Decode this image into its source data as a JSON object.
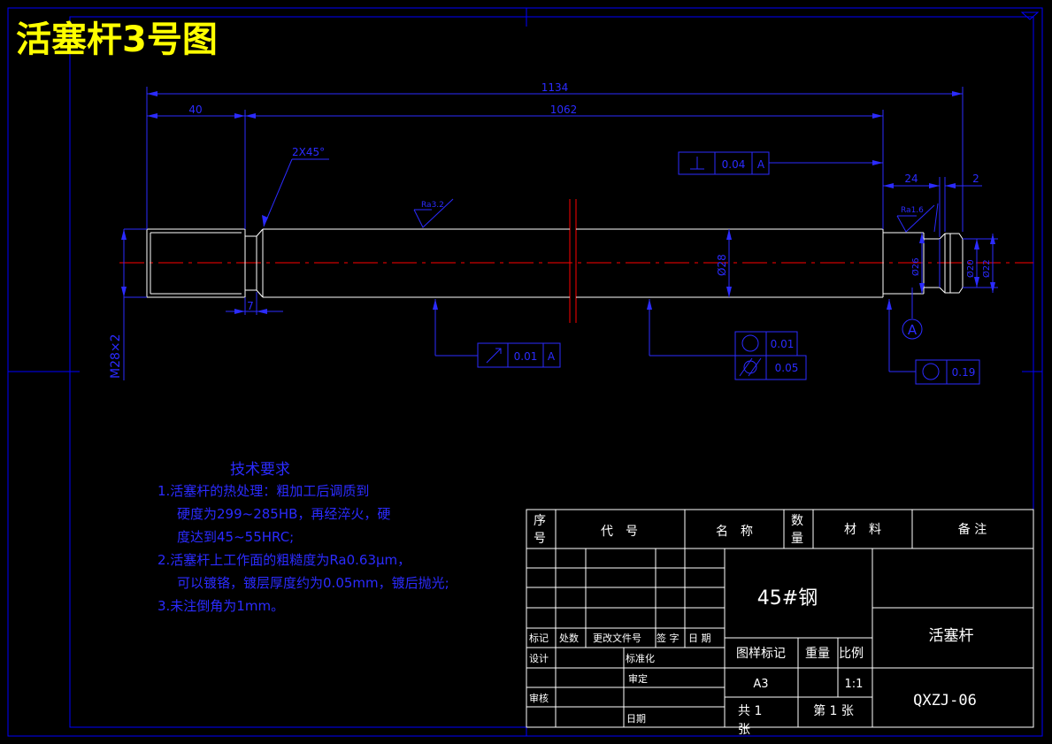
{
  "title": "活塞杆3号图",
  "dimensions": {
    "overall": "1134",
    "thread_len": "40",
    "body_len": "1062",
    "right_shoulder": "24",
    "right_end": "2",
    "chamfer": "2X45°",
    "groove": "7",
    "dia_main": "Ø28",
    "dia_groove": "Ø26",
    "dia_small": "Ø20",
    "dia_end": "Ø22",
    "thread": "M28×2"
  },
  "roughness": {
    "main": "Ra3.2",
    "right": "Ra1.6"
  },
  "tolerances": {
    "perp": {
      "value": "0.04",
      "datum": "A"
    },
    "runout": {
      "value": "0.01",
      "datum": "A"
    },
    "round": {
      "value": "0.01"
    },
    "cyl": {
      "value": "0.05"
    },
    "round2": {
      "value": "0.19"
    }
  },
  "datum_label": "A",
  "tech": {
    "heading": "技术要求",
    "lines": [
      "1.活塞杆的热处理：粗加工后调质到",
      "硬度为299~285HB，再经淬火，硬",
      "度达到45~55HRC;",
      "2.活塞杆上工作面的粗糙度为Ra0.63μm，",
      "可以镀铬，镀层厚度约为0.05mm，镀后抛光;",
      "3.未注倒角为1mm。"
    ]
  },
  "titleblock": {
    "h_seq": "序号",
    "h_code": "代　号",
    "h_name": "名　称",
    "h_qty": "数量",
    "h_mat": "材　料",
    "h_note": "备 注",
    "material": "45#钢",
    "part_name": "活塞杆",
    "rev_mark": "标记",
    "rev_count": "处数",
    "rev_doc": "更改文件号",
    "rev_sign": "签 字",
    "rev_date": "日 期",
    "design": "设计",
    "std": "标准化",
    "review": "审定",
    "check": "审核",
    "date": "日期",
    "stage": "图样标记",
    "weight": "重量",
    "scale_h": "比例",
    "size": "A3",
    "scale": "1:1",
    "total": "共 1 张",
    "sheet": "第 1 张",
    "drawing_no": "QXZJ-06"
  },
  "colors": {
    "bg": "#000000",
    "frame": "#0000ff",
    "part": "#ffffff",
    "dim": "#2b2bff",
    "center": "#ff0000",
    "title": "#ffff00"
  }
}
